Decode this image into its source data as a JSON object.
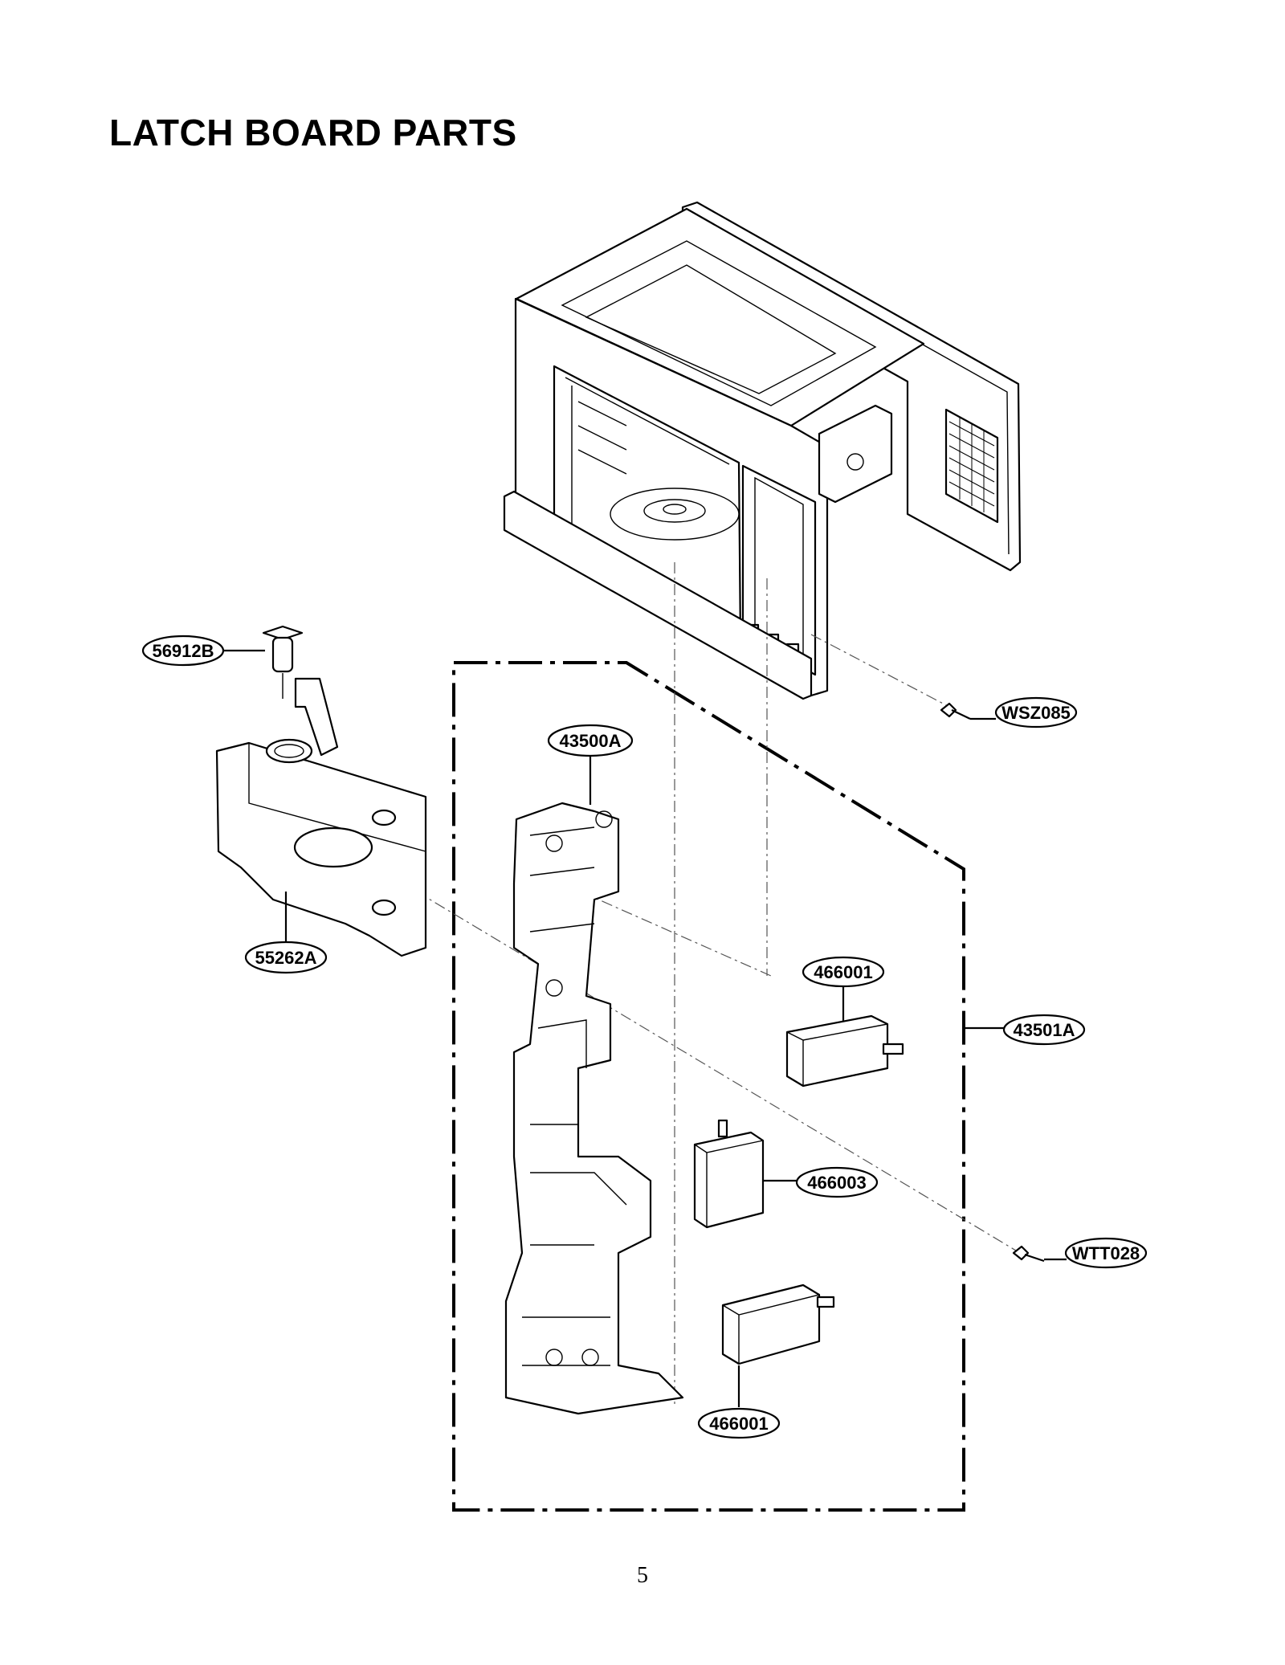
{
  "page": {
    "title": "LATCH BOARD PARTS",
    "page_number": "5"
  },
  "labels": {
    "part_56912B": "56912B",
    "part_55262A": "55262A",
    "part_43500A": "43500A",
    "part_466001_upper": "466001",
    "part_43501A": "43501A",
    "part_466003": "466003",
    "part_466001_lower": "466001",
    "part_WSZ085": "WSZ085",
    "part_WTT028": "WTT028"
  }
}
